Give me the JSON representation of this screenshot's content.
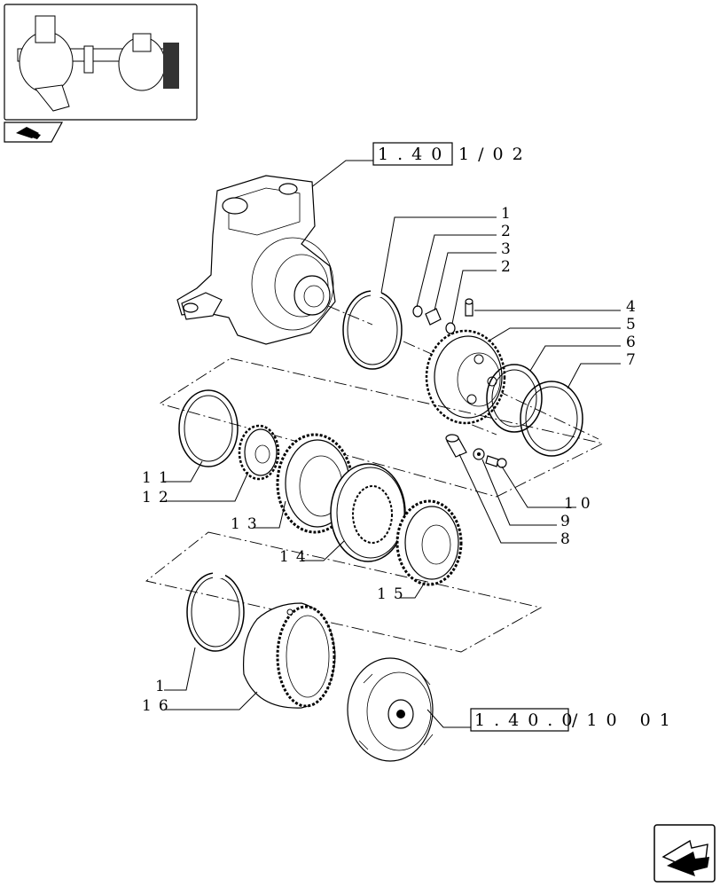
{
  "refs": {
    "top_ref_boxed": "1.40",
    "top_ref_rest": "1/02",
    "bottom_ref_boxed": "1.40.0",
    "bottom_ref_rest": "/10 01"
  },
  "callouts": {
    "c1a": "1",
    "c2a": "2",
    "c3": "3",
    "c2b": "2",
    "c4": "4",
    "c5": "5",
    "c6": "6",
    "c7": "7",
    "c10": "10",
    "c9": "9",
    "c8": "8",
    "c11": "11",
    "c12": "12",
    "c13": "13",
    "c14": "14",
    "c15": "15",
    "c1b": "1",
    "c16": "16"
  },
  "icons": {
    "thumbnail": "axle-assembly-thumbnail",
    "section": "book-tab-icon",
    "nav": "next-page-arrow-icon"
  }
}
